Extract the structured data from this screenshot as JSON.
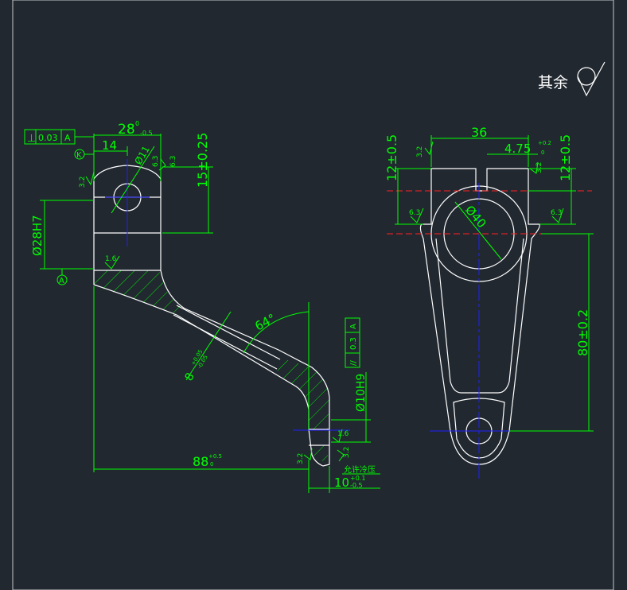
{
  "notes": {
    "surface_remainder": "其余",
    "allow_cold_press": "允许冷压"
  },
  "left_view": {
    "tolerance_frame": {
      "symbol": "⊥",
      "value": "0.03",
      "datum": "A"
    },
    "datum_k": "K",
    "datum_a": "A",
    "dims": {
      "top_width": "28",
      "top_width_upper": "0",
      "top_width_lower": "-0.5",
      "offset": "14",
      "hole": "Ø11",
      "height": "15±0.25",
      "bore": "Ø28H7",
      "angle": "64°",
      "slot": "8",
      "slot_upper": "+0.05",
      "slot_lower": "-0.05",
      "length": "88",
      "length_upper": "+0.5",
      "length_lower": "0",
      "end_hole": "Ø10H9",
      "thickness": "10",
      "thickness_upper": "+0.1",
      "thickness_lower": "-0.5"
    },
    "roughness": [
      "3.2",
      "6.3",
      "6.3",
      "1.6",
      "1.6",
      "3.2",
      "3.2"
    ],
    "parallel_frame": {
      "symbol": "//",
      "value": "0.3",
      "datum": "A"
    }
  },
  "right_view": {
    "dims": {
      "width": "36",
      "slot": "4.75",
      "slot_upper": "+0.2",
      "slot_lower": "0",
      "left_height": "12±0.5",
      "right_height": "12±0.5",
      "dia": "Ø40",
      "center_dist": "80±0.2"
    },
    "roughness": [
      "3.2",
      "3.2",
      "6.3",
      "6.3"
    ]
  }
}
